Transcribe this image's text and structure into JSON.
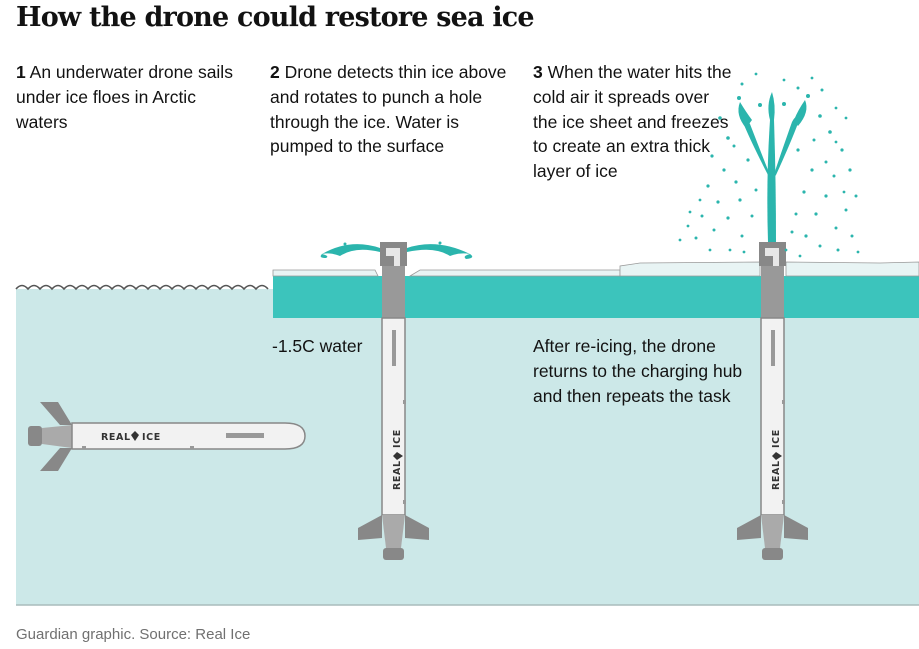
{
  "title": "How the drone could restore sea ice",
  "steps": [
    {
      "num": "1",
      "text": "An underwater drone sails under ice floes in Arctic waters"
    },
    {
      "num": "2",
      "text": "Drone detects thin ice above and rotates to punch a hole through the ice. Water is pumped to the surface"
    },
    {
      "num": "3",
      "text": "When the water hits the cold air it spreads over the ice sheet and freezes to create an extra thick layer of ice"
    }
  ],
  "water_temp_label": "-1.5C water",
  "reicing_note": "After re-icing, the drone returns to the charging hub and then repeats the task",
  "drone_brand_left": "REAL",
  "drone_brand_right": "ICE",
  "source": "Guardian graphic. Source: Real Ice",
  "colors": {
    "water": "#cce8e8",
    "ice": "#3cc4bc",
    "spray": "#2bb5ad",
    "drone_body": "#f2f2f2",
    "drone_parts": "#888888",
    "wave_line": "#555555"
  }
}
